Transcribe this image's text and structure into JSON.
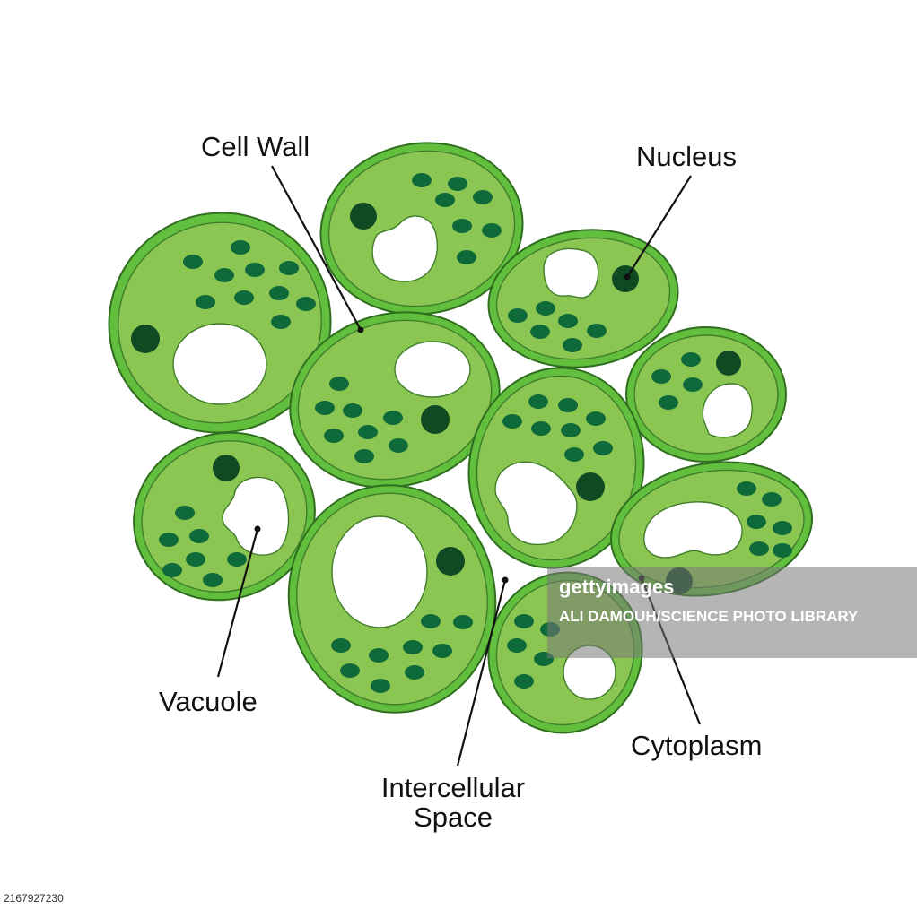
{
  "labels": {
    "cell_wall": "Cell Wall",
    "nucleus": "Nucleus",
    "vacuole": "Vacuole",
    "intercellular_1": "Intercellular",
    "intercellular_2": "Space",
    "cytoplasm": "Cytoplasm"
  },
  "watermark": {
    "brand": "gettyimages",
    "credit": "ALI DAMOUH/SCIENCE PHOTO LIBRARY"
  },
  "image_id": "2167927230",
  "colors": {
    "cell_wall": "#62bf3d",
    "cytoplasm": "#8cc652",
    "nucleus": "#0f4a22",
    "chloroplast": "#0f6a3a",
    "vacuole": "#ffffff"
  }
}
